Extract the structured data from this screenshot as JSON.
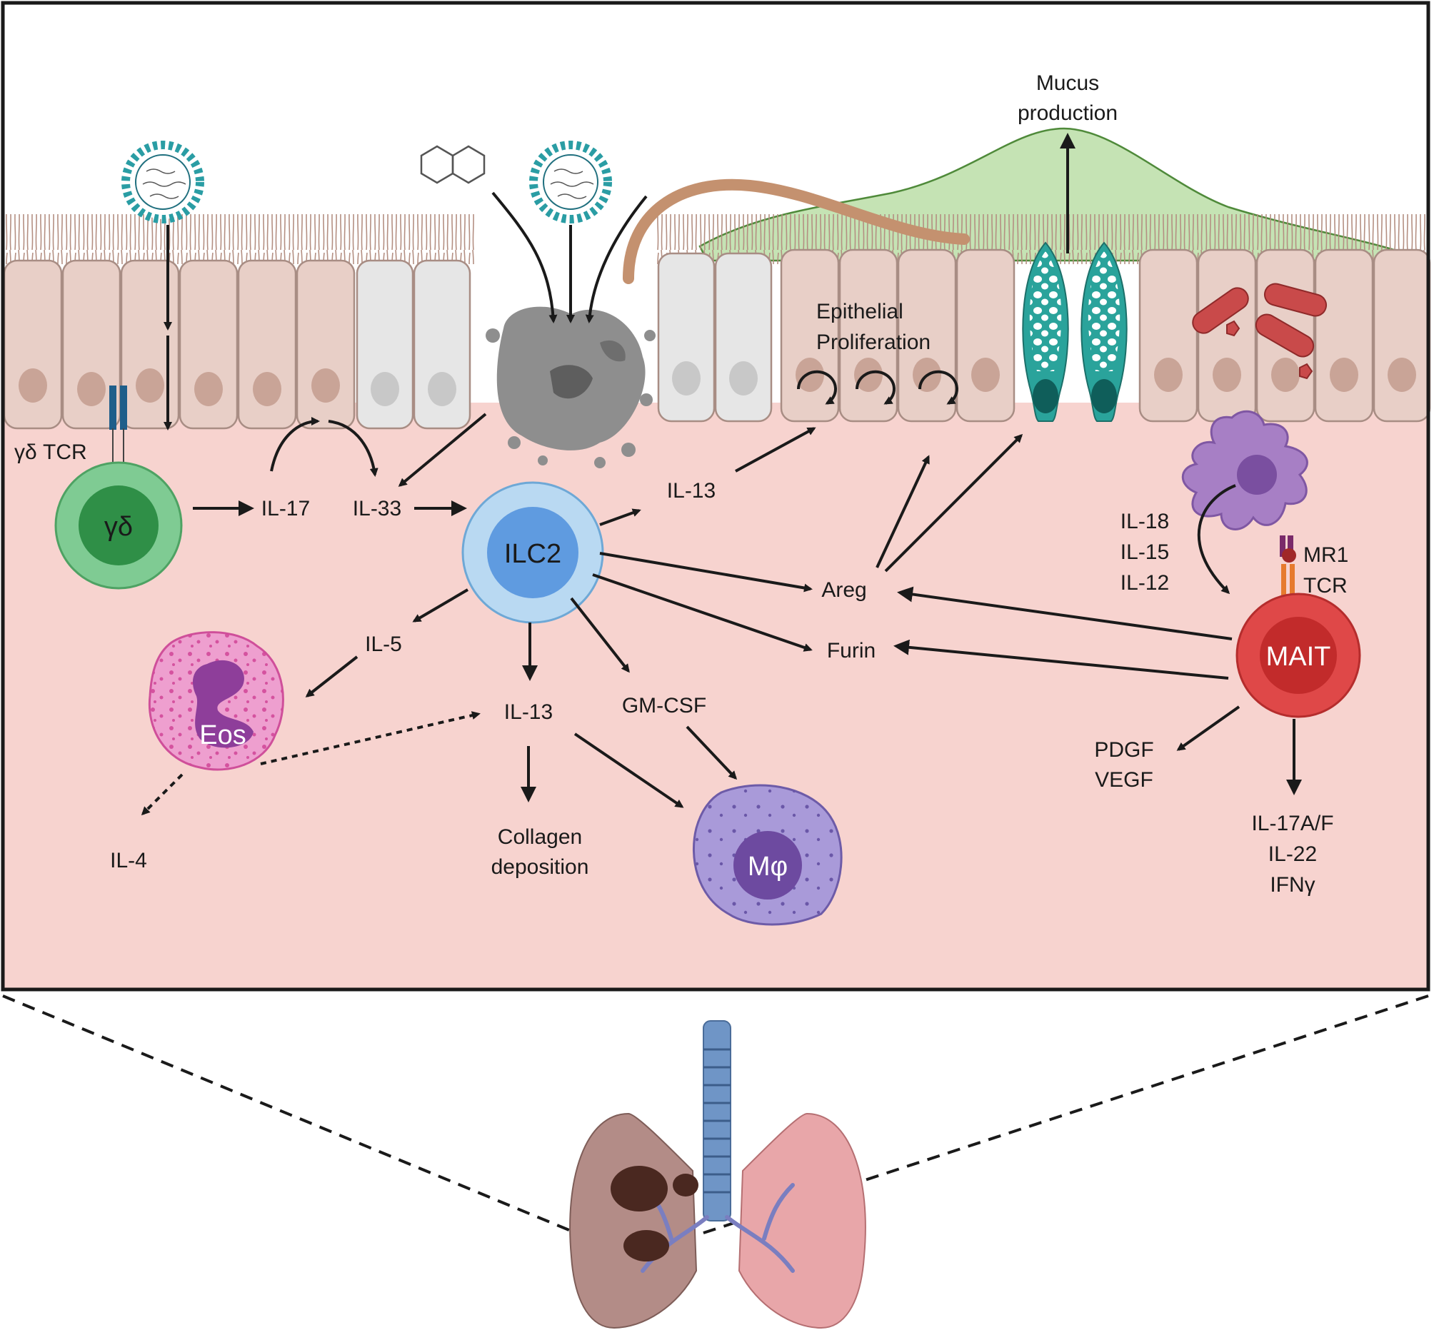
{
  "labels": {
    "mucus_1": "Mucus",
    "mucus_2": "production",
    "epithelial_1": "Epithelial",
    "epithelial_2": "Proliferation",
    "gd_tcr": "γδ TCR",
    "gd": "γδ",
    "il17": "IL-17",
    "il33": "IL-33",
    "ilc2": "ILC2",
    "il13_top": "IL-13",
    "il13_mid": "IL-13",
    "il5": "IL-5",
    "eos": "Eos",
    "il4": "IL-4",
    "gmcsf": "GM-CSF",
    "collagen_1": "Collagen",
    "collagen_2": "deposition",
    "mphi": "Mφ",
    "areg": "Areg",
    "furin": "Furin",
    "il18": "IL-18",
    "il15": "IL-15",
    "il12": "IL-12",
    "mr1": "MR1",
    "tcr": "TCR",
    "mait": "MAIT",
    "pdgf": "PDGF",
    "vegf": "VEGF",
    "il17af": "IL-17A/F",
    "il22": "IL-22",
    "ifng": "IFNγ"
  },
  "colors": {
    "tissue": "#f7d3cf",
    "epithelium": "#e9cfc7",
    "nucleus": "#c9a497",
    "goblet": "#2aa39b",
    "mucus": "#c5e3b4",
    "gd_cell": "#7fcb93",
    "ilc2_cell": "#b9d9f2",
    "eos_cell": "#ee9fcf",
    "mphi_cell": "#a99ad9",
    "mait_cell": "#df4848",
    "dc_cell": "#a77fc5"
  }
}
